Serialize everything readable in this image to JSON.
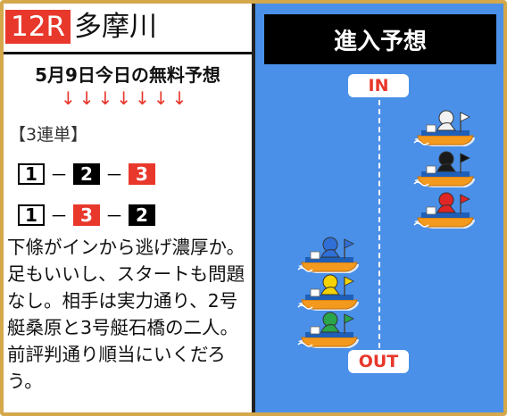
{
  "header": {
    "race": "12R",
    "venue": "多摩川"
  },
  "subtitle": "5月9日今日の無料予想",
  "arrows": [
    "↓",
    "↓",
    "↓",
    "↓",
    "↓",
    "↓",
    "↓"
  ],
  "bet_type": "【3連単】",
  "combos": [
    {
      "first": "1",
      "second": "2",
      "third": "3",
      "dash": "－"
    },
    {
      "first": "1",
      "second": "3",
      "third": "2",
      "dash": "－"
    }
  ],
  "comment": "下條がインから逃げ濃厚か。足もいいし、スタートも問題なし。相手は実力通り、2号艇桑原と3号艇石橋の二人。前評判通り順当にいくだろう。",
  "panel": {
    "title": "進入予想",
    "in_label": "IN",
    "out_label": "OUT"
  },
  "boats": [
    {
      "lane": "1",
      "color": "#f2f2f2",
      "flag": "#ffffff"
    },
    {
      "lane": "2",
      "color": "#1a1a1a",
      "flag": "#111111"
    },
    {
      "lane": "3",
      "color": "#e02525",
      "flag": "#e02525"
    },
    {
      "lane": "4",
      "color": "#2f6fd6",
      "flag": "#2f6fd6"
    },
    {
      "lane": "5",
      "color": "#f5d200",
      "flag": "#f5d200"
    },
    {
      "lane": "6",
      "color": "#2aa54a",
      "flag": "#2aa54a"
    }
  ],
  "colors": {
    "accent_red": "#e8382c",
    "panel_blue": "#4a90e8",
    "frame_gold": "#d4a84b"
  }
}
